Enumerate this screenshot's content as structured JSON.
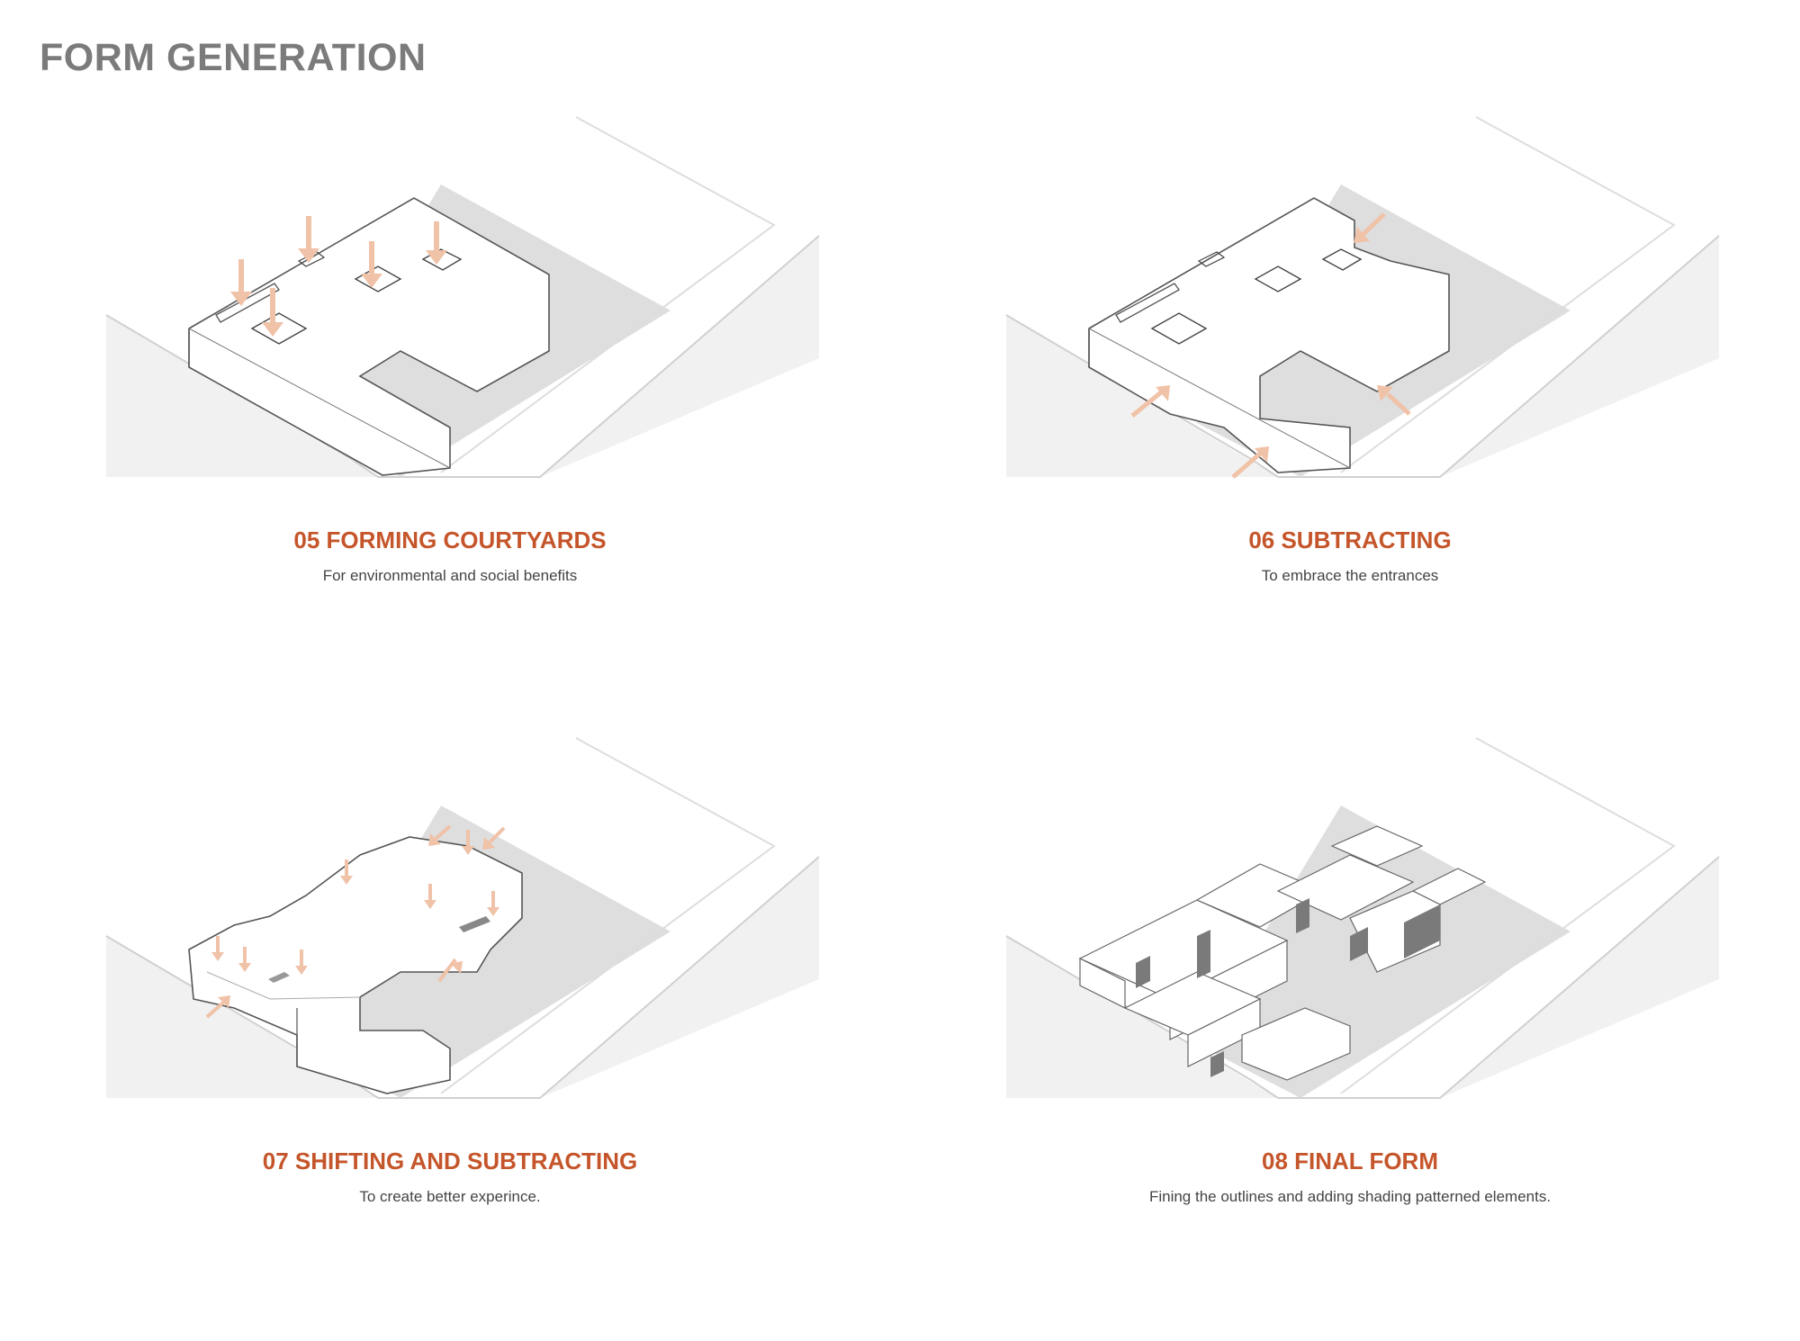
{
  "page_title": "FORM GENERATION",
  "colors": {
    "title": "#7b7b7b",
    "accent": "#c5552a",
    "arrow": "#f0c2a8",
    "ground": "#e9e9e9",
    "site": "#dedede"
  },
  "steps": [
    {
      "title": "05  FORMING COURTYARDS",
      "description": "For environmental and social benefits"
    },
    {
      "title": "06 SUBTRACTING",
      "description": "To embrace the entrances"
    },
    {
      "title": "07 SHIFTING AND SUBTRACTING",
      "description": "To create better experince."
    },
    {
      "title": "08 FINAL FORM",
      "description": "Fining the outlines and adding shading patterned elements."
    }
  ]
}
